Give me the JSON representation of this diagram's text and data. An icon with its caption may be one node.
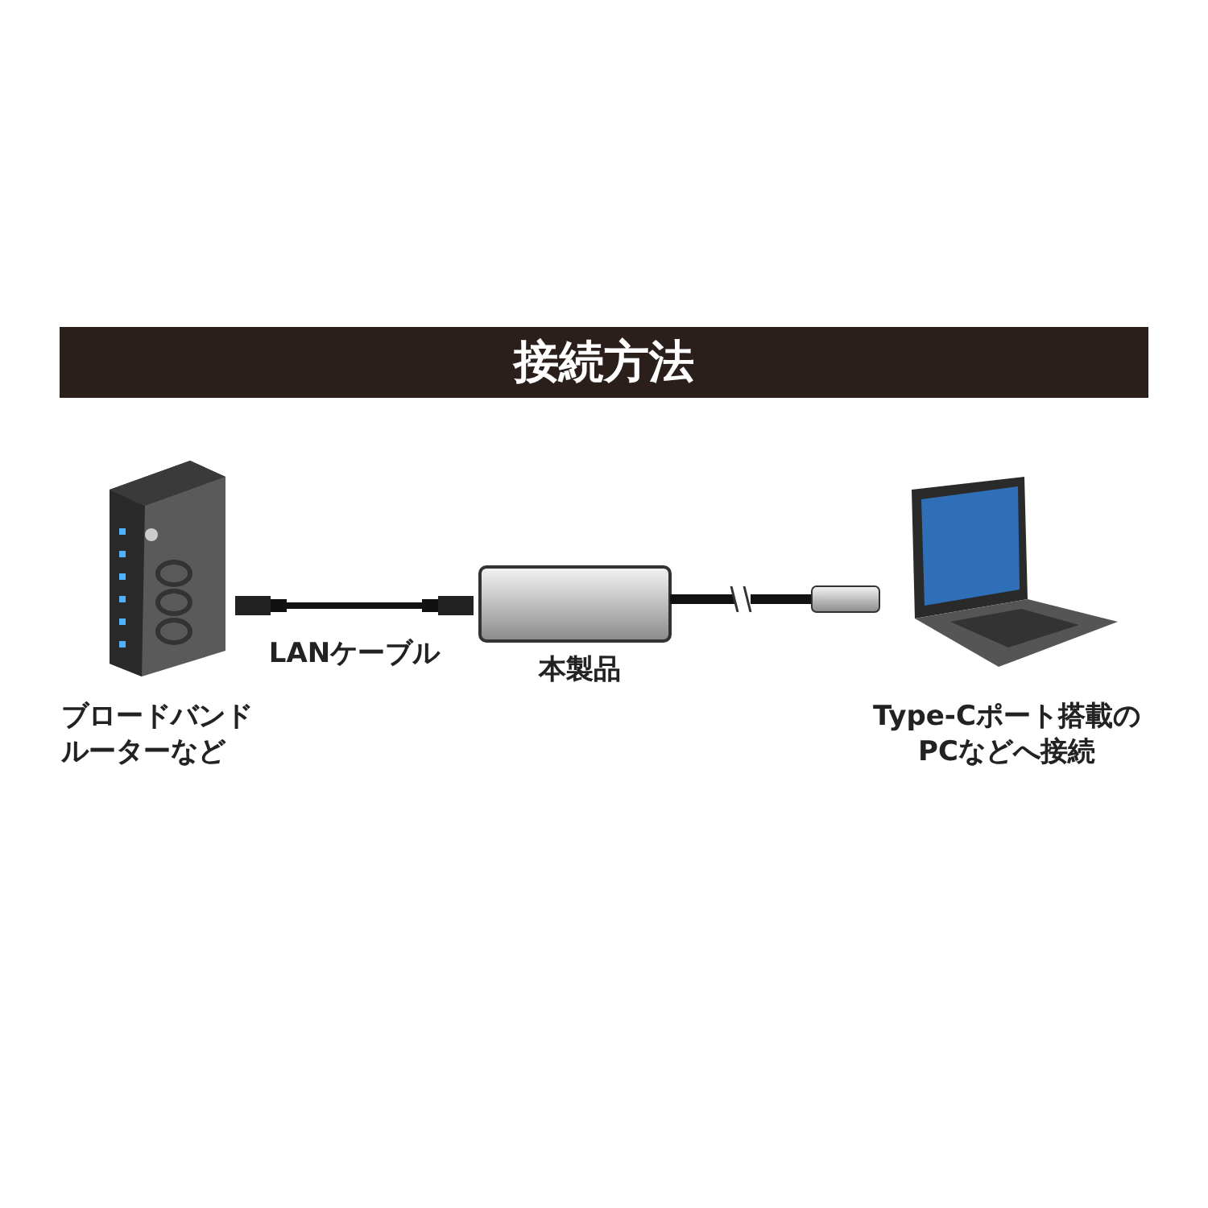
{
  "diagram": {
    "title": "接続方法",
    "nodes": [
      {
        "text": [],
        "shape": "picture",
        "beside": [
          "ブロードバンドルーターなど"
        ]
      },
      {
        "text": [],
        "shape": "picture",
        "beside": [
          "LANケーブル"
        ]
      },
      {
        "text": [],
        "shape": "picture",
        "beside": [
          "本製品"
        ]
      },
      {
        "text": [],
        "shape": "picture",
        "beside": [
          "Type-Cポート搭載のPCなどへ接続"
        ]
      }
    ]
  }
}
